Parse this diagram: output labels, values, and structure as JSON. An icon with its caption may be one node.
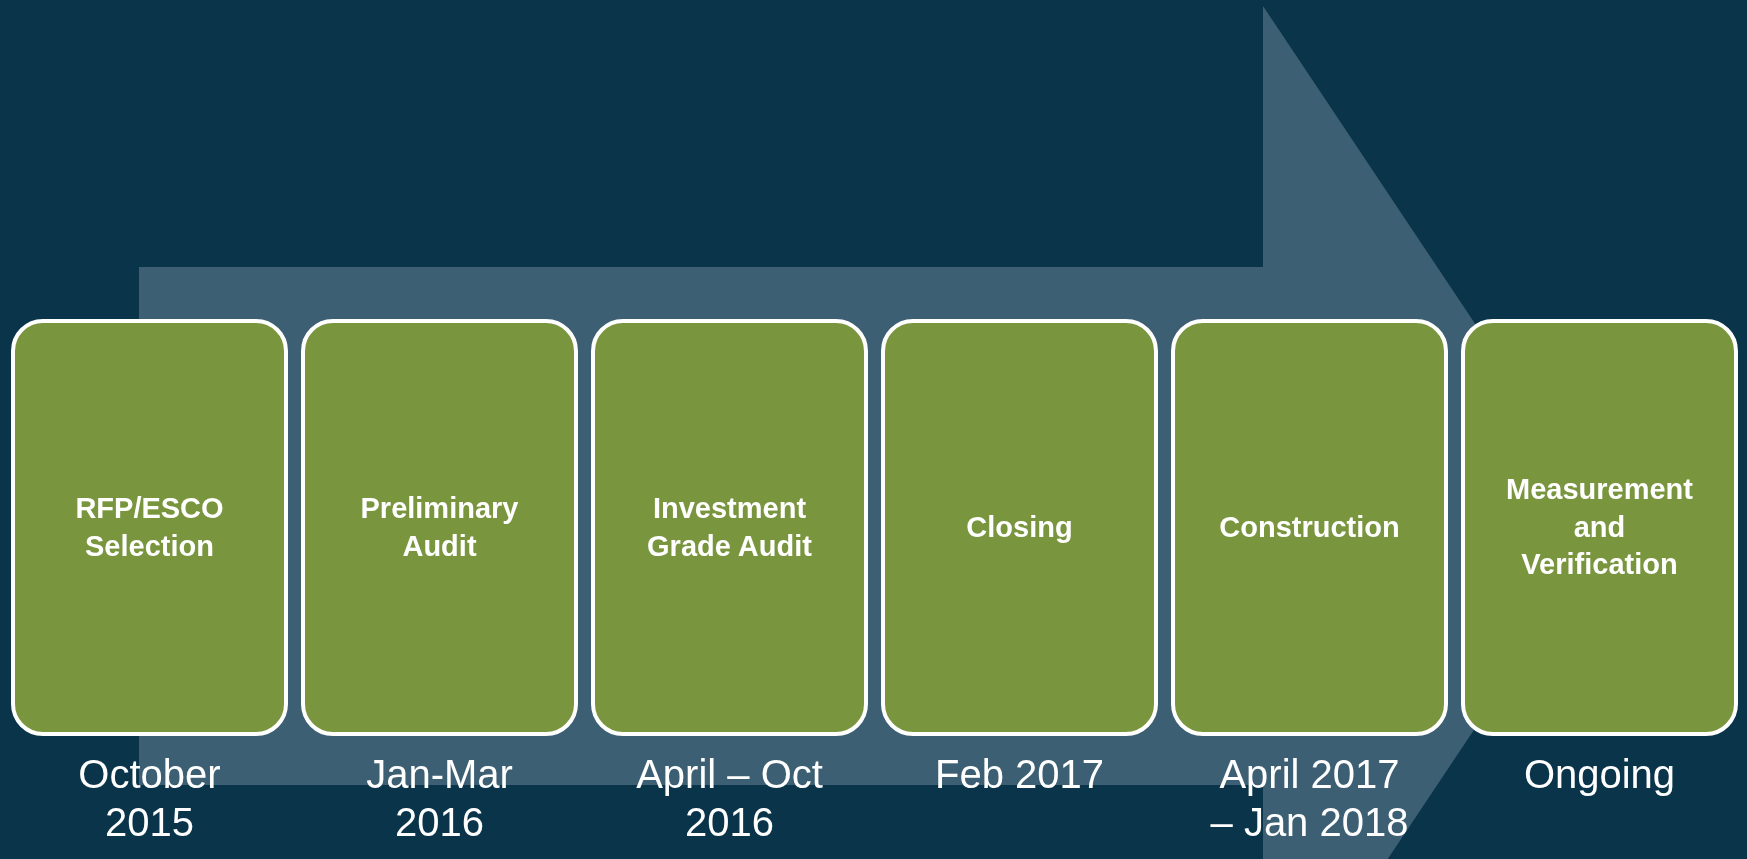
{
  "diagram": {
    "nodes": [
      {
        "text": [
          "RFP/ESCO Selection"
        ],
        "beside": [
          "October 2015"
        ]
      },
      {
        "text": [
          "Preliminary Audit"
        ],
        "beside": [
          "Jan-Mar 2016"
        ]
      },
      {
        "text": [
          "Investment Grade Audit"
        ],
        "beside": [
          "April – Oct 2016"
        ]
      },
      {
        "text": [
          "Closing"
        ],
        "beside": [
          "Feb 2017"
        ]
      },
      {
        "text": [
          "Construction"
        ],
        "beside": [
          "April 2017 – Jan 2018"
        ]
      },
      {
        "text": [
          "Measurement and Verification"
        ],
        "beside": [
          "Ongoing"
        ]
      }
    ],
    "edges": [
      {
        "from": 0,
        "to": 5,
        "arrow": "to"
      }
    ]
  }
}
